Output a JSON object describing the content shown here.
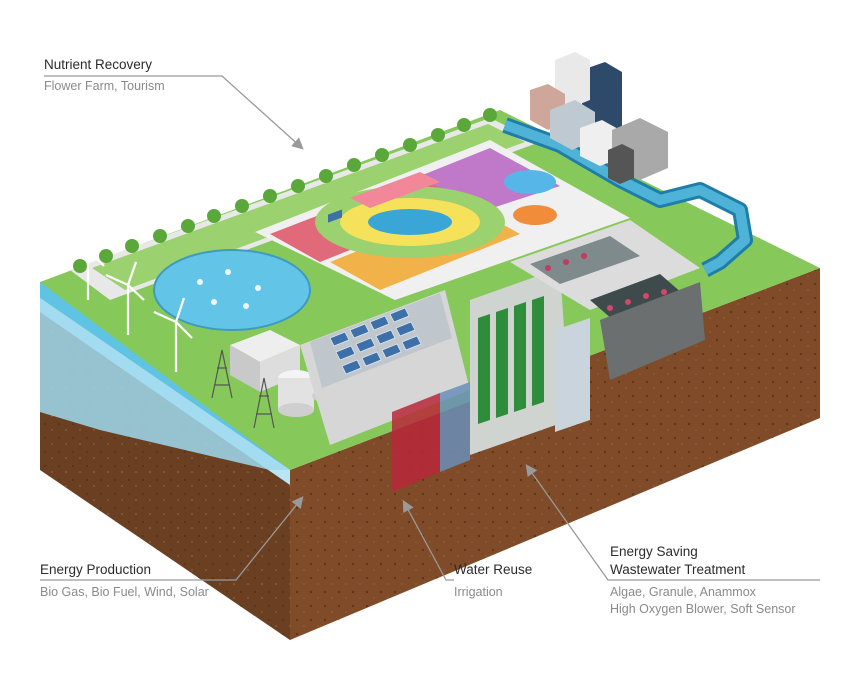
{
  "callouts": {
    "nutrient": {
      "title": "Nutrient Recovery",
      "subtitle": "Flower Farm, Tourism"
    },
    "energy": {
      "title": "Energy Production",
      "subtitle": "Bio Gas, Bio Fuel, Wind, Solar"
    },
    "water": {
      "title": "Water Reuse",
      "subtitle": "Irrigation"
    },
    "saving": {
      "title_line1": "Energy Saving",
      "title_line2": "Wastewater Treatment",
      "subtitle_line1": "Algae, Granule, Anammox",
      "subtitle_line2": "High Oxygen Blower, Soft Sensor"
    }
  },
  "colors": {
    "soil": "#7a4a2a",
    "soil_dark": "#5a3520",
    "grass": "#7dc24a",
    "water": "#5fc3e4",
    "concrete": "#d9d9d9",
    "arrow": "#9a9a9a"
  }
}
